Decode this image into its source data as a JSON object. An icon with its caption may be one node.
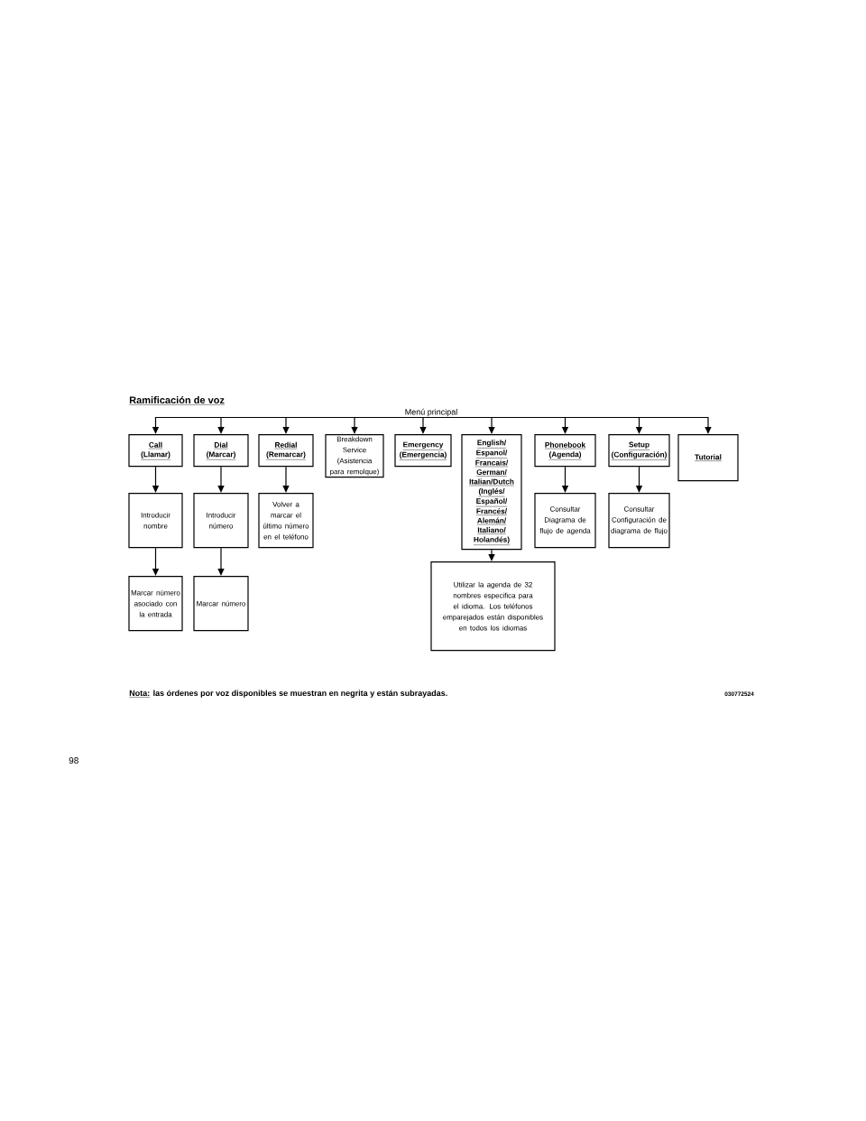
{
  "diagram": {
    "title": "Ramificación de voz",
    "nodes": [
      {
        "text": [
          "Menú principal"
        ]
      },
      {
        "text": [
          "Call (Llamar)"
        ]
      },
      {
        "text": [
          "Dial (Marcar)"
        ]
      },
      {
        "text": [
          "Redial (Remarcar)"
        ]
      },
      {
        "text": [
          "Breakdown Service (Asistencia para remolque)"
        ]
      },
      {
        "text": [
          "Emergency (Emergencia)"
        ]
      },
      {
        "text": [
          "English/ Espanol/ Francais/ German/ Italian/Dutch (Inglés/ Español/ Francés/ Alemán/ Italiano/ Holandés)"
        ]
      },
      {
        "text": [
          "Phonebook (Agenda)"
        ]
      },
      {
        "text": [
          "Setup (Configuración)"
        ]
      },
      {
        "text": [
          "Tutorial"
        ]
      },
      {
        "text": [
          "Introducir nombre"
        ]
      },
      {
        "text": [
          "Introducir número"
        ]
      },
      {
        "text": [
          "Volver a marcar el último número en el teléfono"
        ]
      },
      {
        "text": [
          "Consultar Diagrama de flujo de agenda"
        ]
      },
      {
        "text": [
          "Consultar Configuración de diagrama de flujo"
        ]
      },
      {
        "text": [
          "Utilizar la agenda de 32 nombres especifica para el idioma. Los teléfonos emparejados están disponibles en todos los idiomas"
        ]
      },
      {
        "text": [
          "Marcar número asociado con la entrada"
        ]
      },
      {
        "text": [
          "Marcar número"
        ]
      }
    ],
    "edges": [
      {
        "from": 0,
        "to": 1,
        "arrow": "to"
      },
      {
        "from": 0,
        "to": 2,
        "arrow": "to"
      },
      {
        "from": 0,
        "to": 3,
        "arrow": "to"
      },
      {
        "from": 0,
        "to": 4,
        "arrow": "to"
      },
      {
        "from": 0,
        "to": 5,
        "arrow": "to"
      },
      {
        "from": 0,
        "to": 6,
        "arrow": "to"
      },
      {
        "from": 0,
        "to": 7,
        "arrow": "to"
      },
      {
        "from": 0,
        "to": 8,
        "arrow": "to"
      },
      {
        "from": 0,
        "to": 9,
        "arrow": "to"
      },
      {
        "from": 1,
        "to": 10,
        "arrow": "to"
      },
      {
        "from": 10,
        "to": 16,
        "arrow": "to"
      },
      {
        "from": 2,
        "to": 11,
        "arrow": "to"
      },
      {
        "from": 11,
        "to": 17,
        "arrow": "to"
      },
      {
        "from": 3,
        "to": 12,
        "arrow": "to"
      },
      {
        "from": 6,
        "to": 15,
        "arrow": "to"
      },
      {
        "from": 7,
        "to": 13,
        "arrow": "to"
      },
      {
        "from": 8,
        "to": 14,
        "arrow": "to"
      }
    ],
    "labels": [
      "Nota:",
      "las órdenes por voz disponibles se muestran en negrita y están subrayadas.",
      "030772524",
      "98"
    ]
  }
}
